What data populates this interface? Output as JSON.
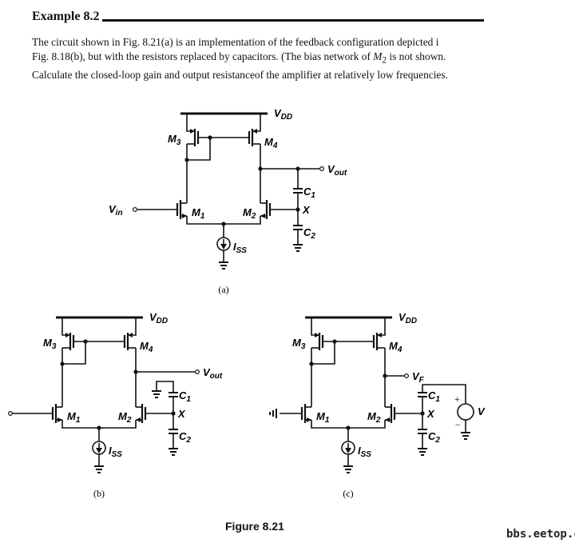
{
  "example": {
    "title": "Example 8.2",
    "lines": [
      {
        "text": "The circuit shown in Fig. 8.21(a) is an implementation of the feedback configuration depicted i"
      },
      {
        "pre": "Fig. 8.18(b), but with the resistors replaced by capacitors. (The bias network of ",
        "var": "M",
        "sub": "2",
        "post": " is not shown."
      },
      {
        "text": "Calculate the closed-loop gain and output resistanceof the amplifier at relatively low frequencies."
      }
    ]
  },
  "circuits": {
    "labels": {
      "VDD": [
        "V",
        "DD"
      ],
      "M1": [
        "M",
        "1"
      ],
      "M2": [
        "M",
        "2"
      ],
      "M3": [
        "M",
        "3"
      ],
      "M4": [
        "M",
        "4"
      ],
      "Vin": [
        "V",
        "in"
      ],
      "Vout": [
        "V",
        "out"
      ],
      "VF": [
        "V",
        "F"
      ],
      "C1": [
        "C",
        "1"
      ],
      "C2": [
        "C",
        "2"
      ],
      "X": "X",
      "ISS": [
        "I",
        "SS"
      ],
      "V": "V",
      "plus": "+",
      "minus": "−"
    },
    "captions": [
      "(a)",
      "(b)",
      "(c)"
    ]
  },
  "figure_caption": "Figure 8.21",
  "watermark": "bbs.eetop.cn"
}
